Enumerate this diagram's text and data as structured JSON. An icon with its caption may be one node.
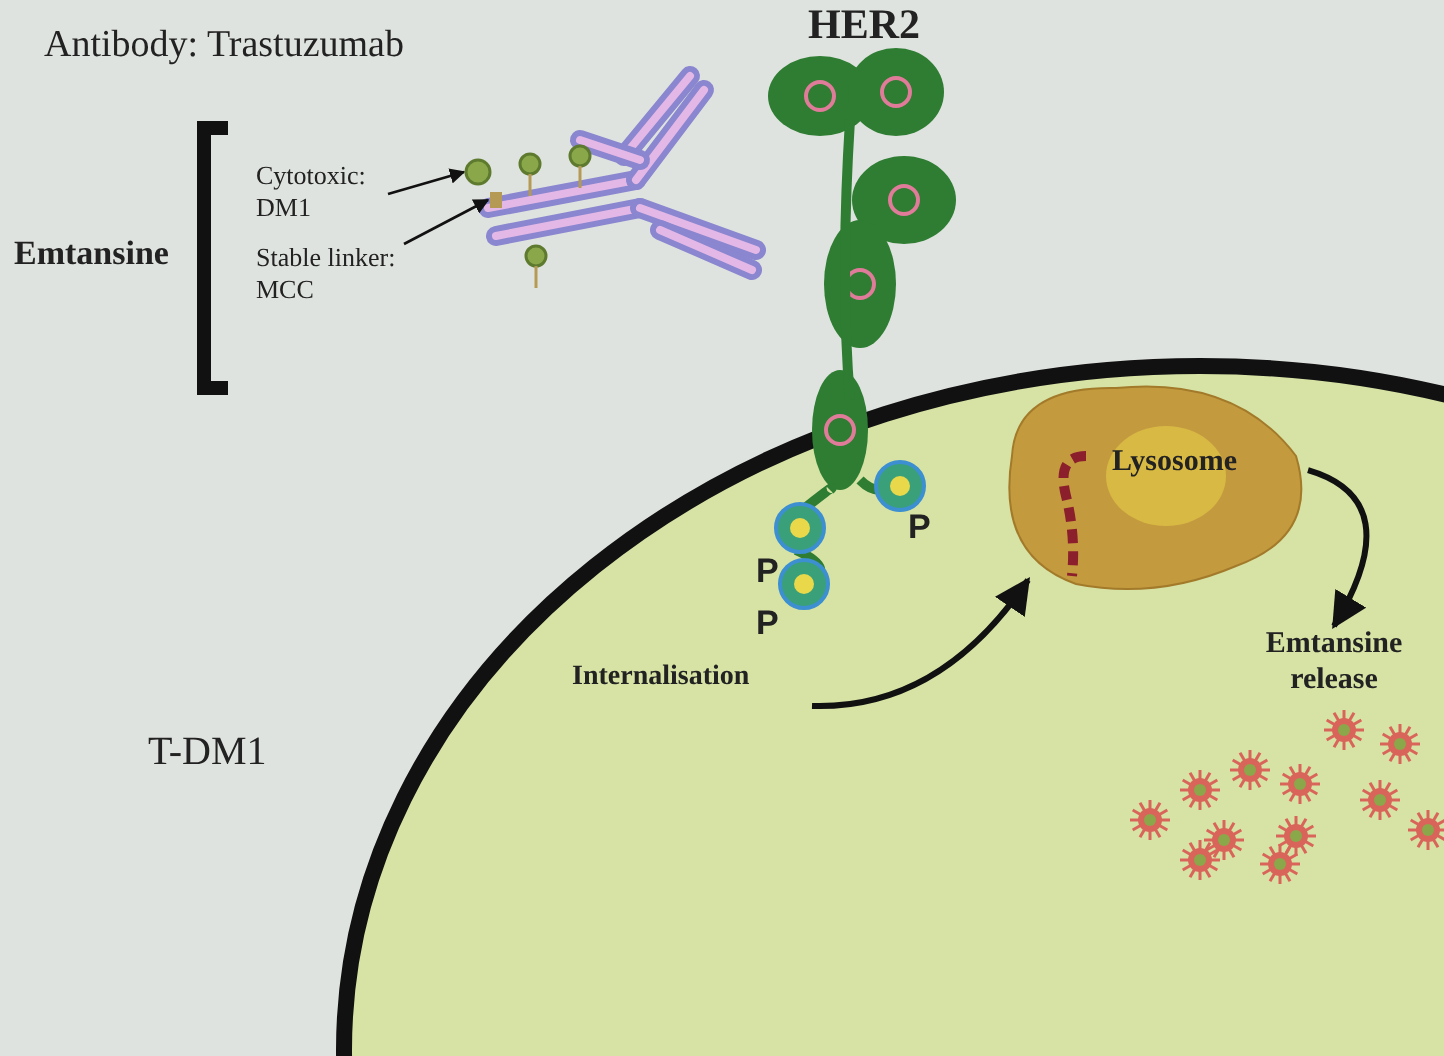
{
  "diagram": {
    "nodes": [
      {
        "text": [
          "Cytotoxic: DM1"
        ]
      },
      {
        "text": [],
        "shape": "circle"
      },
      {
        "text": [
          "Stable linker: MCC"
        ]
      },
      {
        "text": [],
        "shape": "box"
      },
      {
        "text": [
          "Internalisation"
        ]
      },
      {
        "text": [
          "Lysosome"
        ]
      },
      {
        "text": [
          "Emtansine release"
        ]
      }
    ],
    "edges": [
      {
        "from": 0,
        "to": 1,
        "arrow": "to"
      },
      {
        "from": 2,
        "to": 3,
        "arrow": "to"
      },
      {
        "from": 4,
        "to": 5,
        "arrow": "to",
        "style": "thick"
      },
      {
        "from": 5,
        "to": 6,
        "arrow": "to",
        "style": "thick"
      }
    ],
    "labels": [
      "Antibody: Trastuzumab",
      "HER2",
      "Emtansine",
      "T-DM1",
      "P",
      "P",
      "P"
    ]
  }
}
